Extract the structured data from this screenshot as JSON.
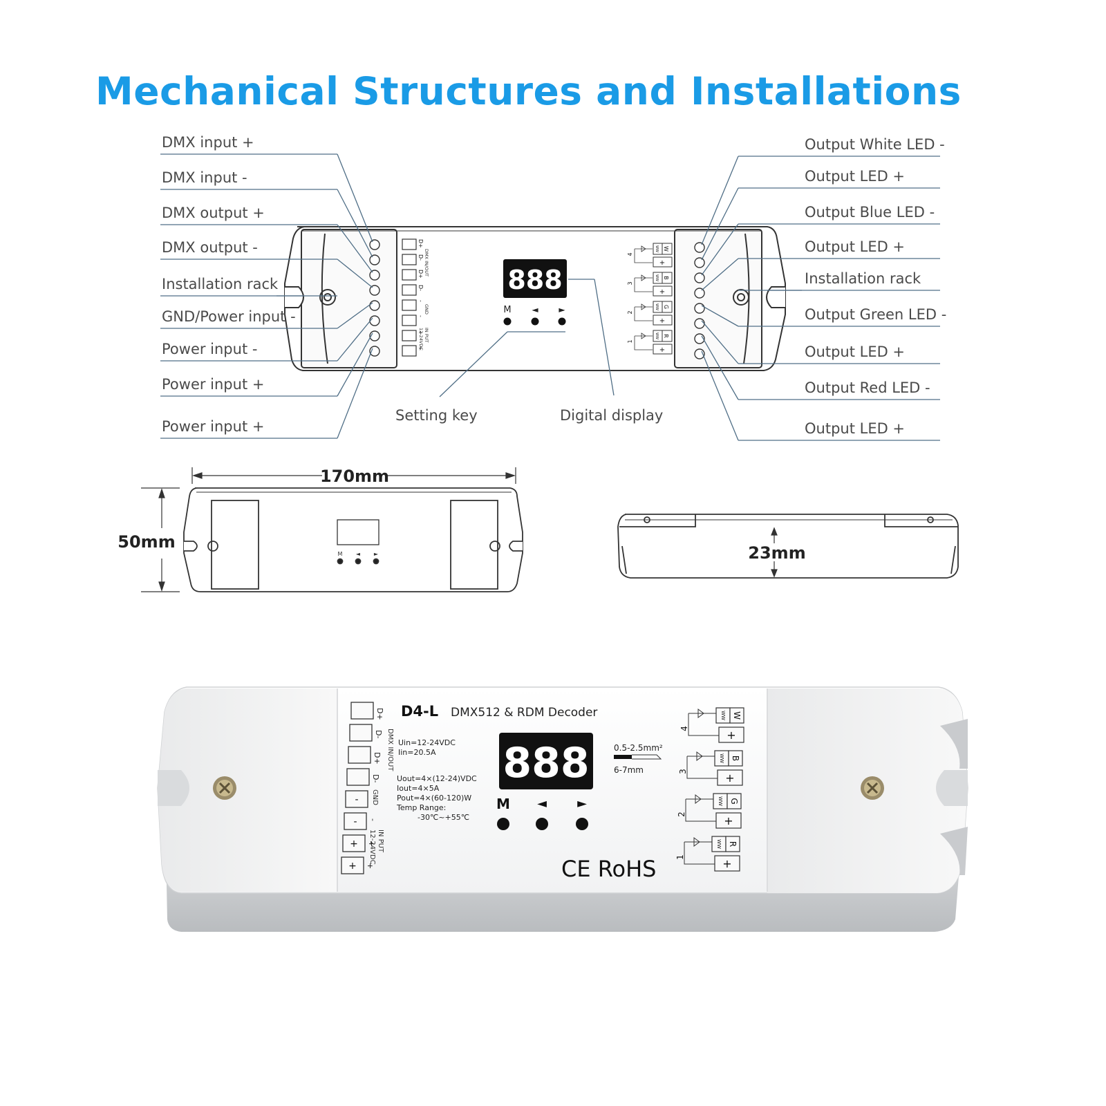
{
  "title": "Mechanical Structures and Installations",
  "labels_left": [
    "DMX input +",
    "DMX input -",
    "DMX output +",
    "DMX output -",
    "Installation rack",
    "GND/Power input -",
    "Power input -",
    "Power input +",
    "Power input +"
  ],
  "labels_right": [
    "Output White LED -",
    "Output LED +",
    "Output Blue LED -",
    "Output LED +",
    "Installation rack",
    "Output Green LED -",
    "Output LED +",
    "Output Red LED -",
    "Output LED +"
  ],
  "setting_key": "Setting key",
  "digital_display": "Digital display",
  "display_digits": "888",
  "keys": [
    "M",
    "◄",
    "►"
  ],
  "dims": {
    "length": "170mm",
    "width": "50mm",
    "height": "23mm"
  },
  "term_left": [
    "D+",
    "D-",
    "D+",
    "D-",
    "-",
    "-",
    "+",
    "+"
  ],
  "term_left_groups": [
    "DMX IN/OUT",
    "GND",
    "IN PUT",
    "12-24VDC"
  ],
  "channels": [
    {
      "num": "4",
      "top": "W",
      "ww": "WW"
    },
    {
      "num": "3",
      "top": "B",
      "ww": "WW"
    },
    {
      "num": "2",
      "top": "G",
      "ww": "WW"
    },
    {
      "num": "1",
      "top": "R",
      "ww": "WW"
    }
  ],
  "plus": "+",
  "product": {
    "model": "D4-L",
    "name": "DMX512 & RDM Decoder",
    "spec1": "Uin=12-24VDC",
    "spec2": "Iin=20.5A",
    "spec3": "Uout=4×(12-24)VDC",
    "spec4": "Iout=4×5A",
    "spec5": "Pout=4×(60-120)W",
    "spec6": "Temp Range:",
    "spec7": "-30℃~+55℃",
    "wire1": "0.5-2.5mm²",
    "wire2": "6-7mm",
    "cert": "CE RoHS"
  }
}
